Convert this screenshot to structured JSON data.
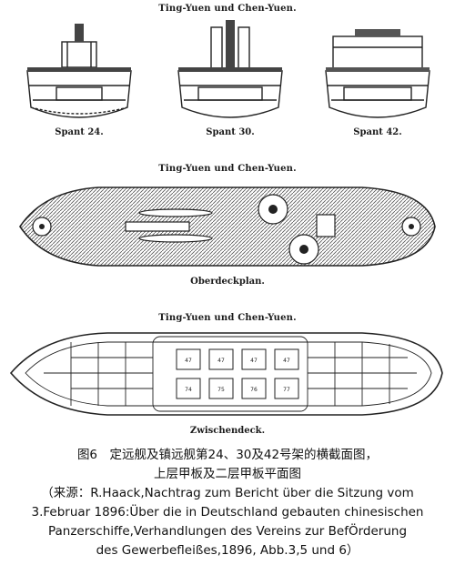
{
  "section1": {
    "title": "Ting-Yuen und Chen-Yuen.",
    "frames": [
      {
        "label": "Spant 24."
      },
      {
        "label": "Spant 30."
      },
      {
        "label": "Spant 42."
      }
    ]
  },
  "section2": {
    "title": "Ting-Yuen und Chen-Yuen.",
    "label": "Oberdeckplan."
  },
  "section3": {
    "title": "Ting-Yuen und Chen-Yuen.",
    "label": "Zwischendeck.",
    "compartment_numbers": [
      "47",
      "47",
      "47",
      "47",
      "74",
      "75",
      "76",
      "77"
    ]
  },
  "caption": {
    "line1": "图6　定远舰及镇远舰第24、30及42号架的横截面图，",
    "line2": "上层甲板及二层甲板平面图",
    "line3": "（来源：R.Haack,Nachtrag zum Bericht  über die Sitzung vom",
    "line4": "3.Februar 1896:Über die in Deutschland gebauten chinesischen",
    "line5": "Panzerschiffe,Verhandlungen des Vereins zur BefÖrderung",
    "line6": "des Gewerbefleißes,1896, Abb.3,5 und 6）"
  }
}
